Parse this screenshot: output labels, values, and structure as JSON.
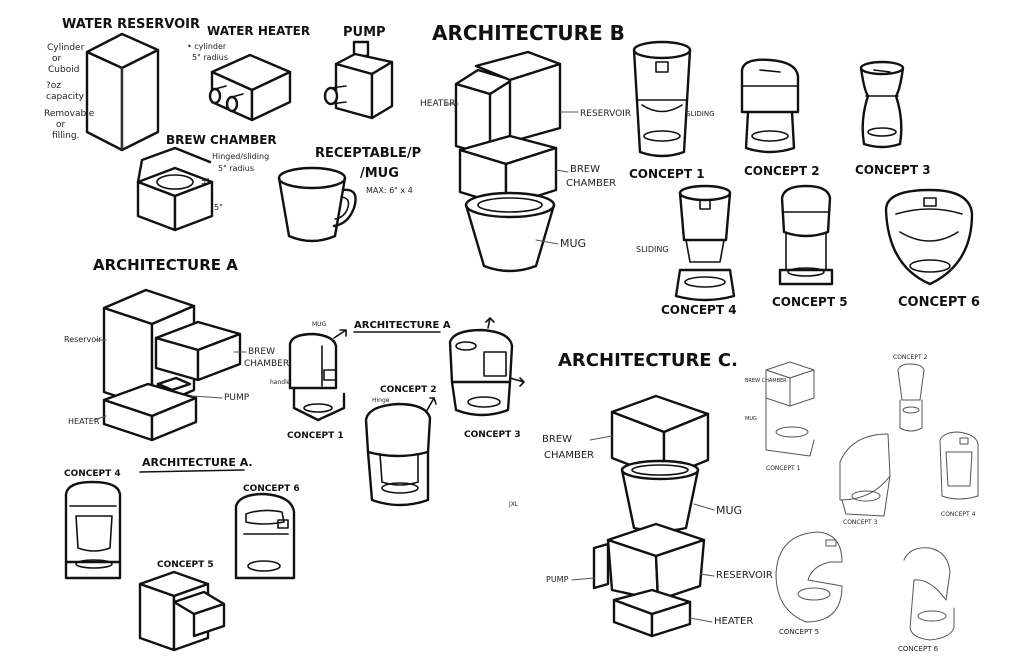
{
  "components": {
    "water_reservoir": {
      "title": "WATER RESERVOIR",
      "notes": [
        "Cylinder",
        "or",
        "Cuboid",
        "?oz",
        "capacity",
        "Removable",
        "or",
        "filling."
      ]
    },
    "water_heater": {
      "title": "WATER HEATER",
      "notes": [
        "• cylinder",
        "5\" radius"
      ]
    },
    "pump": {
      "title": "PUMP"
    },
    "brew_chamber": {
      "title": "BREW CHAMBER",
      "notes": [
        "Hinged/sliding",
        "5\" radius"
      ],
      "dim_a": "5\"",
      "dim_b": "5\""
    },
    "receptacle": {
      "title": "RECEPTABLE/P",
      "title2": "/MUG",
      "note": "MAX: 6\" x 4"
    }
  },
  "architecture_b": {
    "title": "ARCHITECTURE B",
    "labels": {
      "heater": "HEATER",
      "reservoir": "RESERVOIR",
      "brew1": "BREW",
      "brew2": "CHAMBER",
      "mug": "MUG"
    },
    "concepts": [
      "CONCEPT 1",
      "CONCEPT 2",
      "CONCEPT 3",
      "CONCEPT 4",
      "CONCEPT 5",
      "CONCEPT 6"
    ],
    "sliding": "SLIDING"
  },
  "architecture_a": {
    "title": "ARCHITECTURE A",
    "labels": {
      "reservoir": "Reservoir",
      "brew1": "BREW",
      "brew2": "CHAMBER",
      "pump": "PUMP",
      "heater": "HEATER"
    },
    "sub_title": "ARCHITECTURE A",
    "sub_title2": "ARCHITECTURE A.",
    "concepts": {
      "c1": "CONCEPT 1",
      "c2": "CONCEPT 2",
      "c3": "CONCEPT 3",
      "c4": "CONCEPT 4",
      "c5": "CONCEPT 5",
      "c6": "CONCEPT 6"
    },
    "small_notes": {
      "mug": "MUG",
      "handle": "handle",
      "hinge": "Hinge"
    },
    "initials": "JXL"
  },
  "architecture_c": {
    "title": "ARCHITECTURE C.",
    "labels": {
      "brew1": "BREW",
      "brew2": "CHAMBER",
      "mug": "MUG",
      "pump": "PUMP",
      "reservoir": "RESERVOIR",
      "heater": "HEATER"
    },
    "concepts": {
      "c1": "CONCEPT 1",
      "c2": "CONCEPT 2",
      "c3": "CONCEPT 3",
      "c4": "CONCEPT 4",
      "c5": "CONCEPT 5",
      "c6": "CONCEPT 6"
    },
    "small_notes": {
      "brew": "BREW CHAMBER",
      "mug": "MUG"
    }
  }
}
